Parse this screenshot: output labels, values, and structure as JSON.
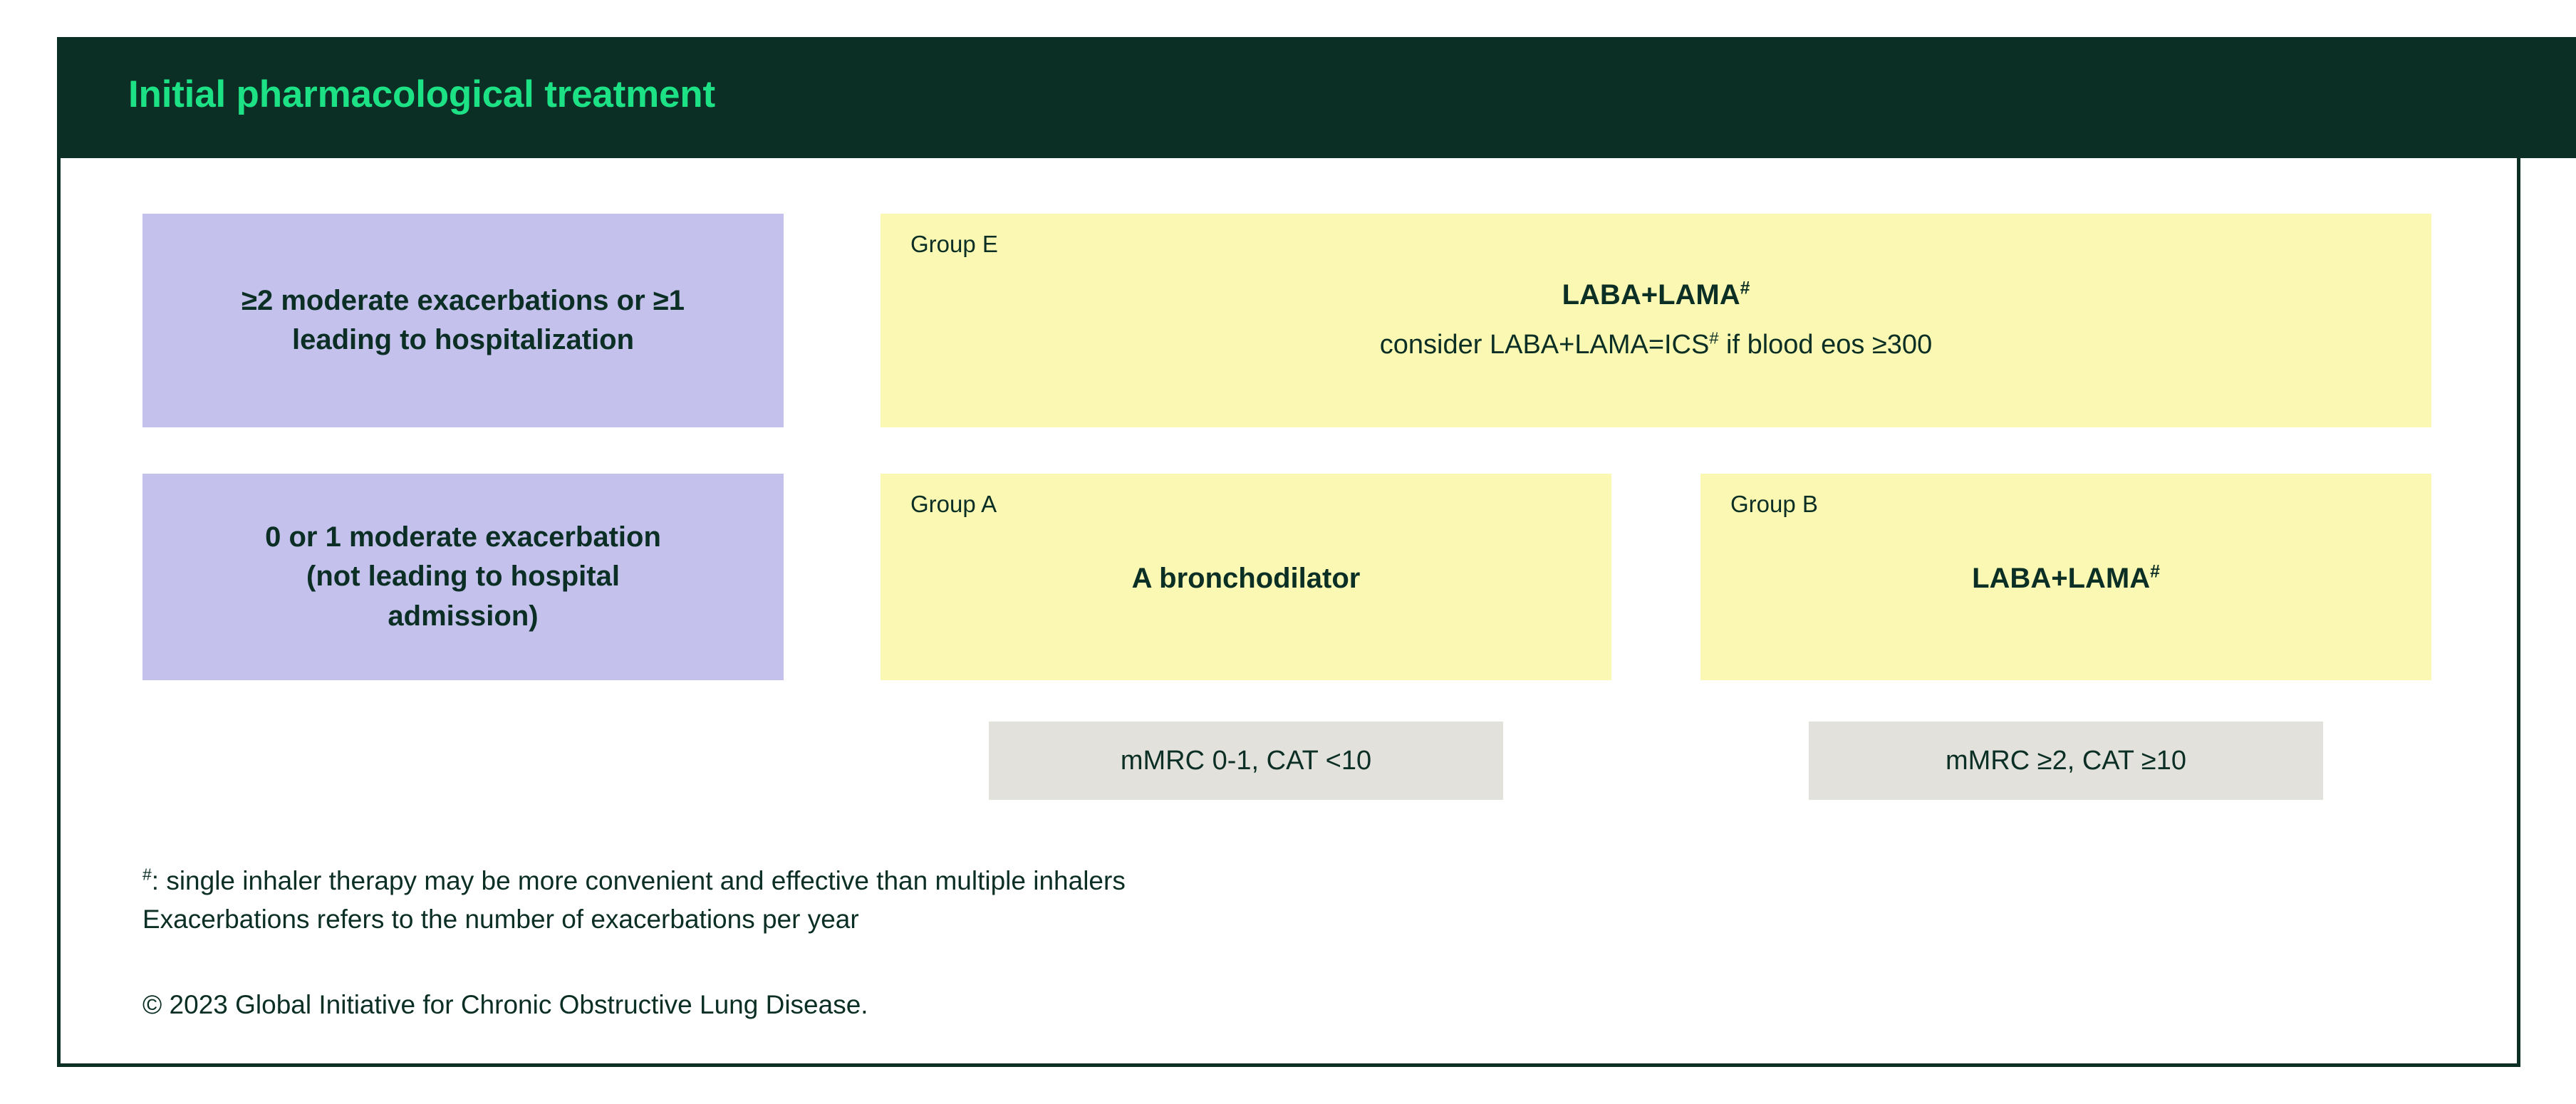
{
  "header": {
    "title": "Initial pharmacological treatment",
    "band_color": "#0B2E25",
    "title_color": "#1DE285"
  },
  "colors": {
    "dark_green": "#0B2E25",
    "accent_green": "#1DE285",
    "purple": "#C4C1EC",
    "yellow": "#FAF8B2",
    "gray": "#E2E1DC",
    "text": "#0B2E25"
  },
  "rows": [
    {
      "criterion": {
        "line1": "≥2 moderate exacerbations or ≥1",
        "line2": "leading to hospitalization"
      },
      "treatments": [
        {
          "group_label": "Group E",
          "primary": "LABA+LAMA",
          "primary_superscript": "#",
          "secondary_pre": "consider LABA+LAMA=ICS",
          "secondary_superscript": "#",
          "secondary_post": " if blood eos ≥300"
        }
      ]
    },
    {
      "criterion": {
        "line1": "0 or 1 moderate exacerbation",
        "line2": "(not leading to hospital",
        "line3": "admission)"
      },
      "treatments": [
        {
          "group_label": "Group A",
          "primary": "A bronchodilator",
          "primary_superscript": ""
        },
        {
          "group_label": "Group B",
          "primary": "LABA+LAMA",
          "primary_superscript": "#"
        }
      ]
    }
  ],
  "symptom_scales": [
    {
      "label": "mMRC 0-1, CAT <10"
    },
    {
      "label": "mMRC ≥2, CAT ≥10"
    }
  ],
  "footnotes": {
    "marker": "#",
    "line1_rest": ": single inhaler therapy may be more convenient and effective than multiple inhalers",
    "line2": "Exacerbations refers to the number of exacerbations per year"
  },
  "copyright": "© 2023 Global Initiative for Chronic Obstructive Lung Disease."
}
